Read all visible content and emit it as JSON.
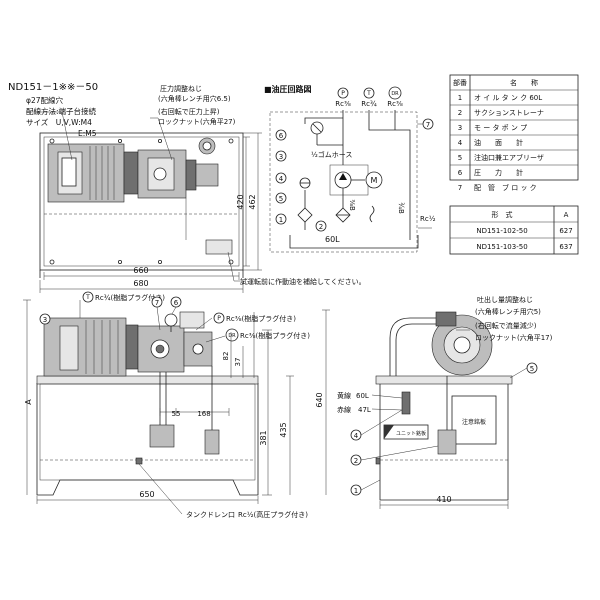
{
  "model": {
    "code": "ND151－1※※－50",
    "wiring_hole": "φ27配線穴",
    "wiring_method": "配線方法:端子台接続",
    "size_1": "サイズ　U,V,W:M4",
    "size_2": "E:M5"
  },
  "callouts": {
    "pressure_screw_1": "圧力調整ねじ",
    "pressure_screw_2": "(六角棒レンチ用穴6.5)",
    "pressure_screw_3": "(右回転で圧力上昇)",
    "pressure_screw_4": "ロックナット(六角平27)",
    "trial_note": "試運転前に作動油を補給してください。",
    "t_port": "Rc¾(樹脂プラグ付き)",
    "p_port": "Rc⅜(樹脂プラグ付き)",
    "dr_port": "Rc⅜(樹脂プラグ付き)",
    "flow_screw_1": "吐出し量調整ねじ",
    "flow_screw_2": "(六角棒レンチ用穴5)",
    "flow_screw_3": "(右回転で流量減少)",
    "flow_screw_4": "ロックナット(六角平17)",
    "tank_drain": "タンクドレン口",
    "drain_plug": "Rc½(高圧プラグ付き)",
    "unit_label": "ユニット銘板",
    "caution_plate": "注意銘板"
  },
  "circuit": {
    "title": "■油圧回路図",
    "hose": "½ゴムホース",
    "tank": "60L",
    "r38": "⅜B",
    "r34": "¾B",
    "rc12": "Rc½",
    "motor": "M",
    "ports": [
      {
        "tag": "P",
        "thread": "Rc⅜"
      },
      {
        "tag": "T",
        "thread": "Rc¾"
      },
      {
        "tag": "DR",
        "thread": "Rc⅜"
      }
    ]
  },
  "parts_table": {
    "headers": [
      "部番",
      "名　　称"
    ],
    "rows": [
      [
        "1",
        "オ イ ル タ ン ク 60L"
      ],
      [
        "2",
        "サクションストレーナ"
      ],
      [
        "3",
        "モ ー タ ポ ン プ"
      ],
      [
        "4",
        "油　　面　　計"
      ],
      [
        "5",
        "注油口兼エアブリーザ"
      ],
      [
        "6",
        "圧　　力　　計"
      ],
      [
        "7",
        "配　管　ブ ロ ッ ク"
      ]
    ]
  },
  "model_table": {
    "headers": [
      "形　式",
      "A"
    ],
    "rows": [
      [
        "ND151-102-50",
        "627"
      ],
      [
        "ND151-103-50",
        "637"
      ]
    ]
  },
  "dimensions": {
    "top_width_inner": "660",
    "top_width_outer": "680",
    "top_depth_inner": "420",
    "top_depth_outer": "462",
    "front_width": "650",
    "front_55": "55",
    "front_168": "168",
    "front_82": "82",
    "front_37": "37",
    "front_640": "640",
    "front_435": "435",
    "front_381": "381",
    "front_A": "A",
    "side_width": "410"
  },
  "volumes": {
    "yellow_label": "黄線",
    "yellow_value": "60L",
    "red_label": "赤線",
    "red_value": "47L"
  },
  "port_tags": {
    "t": "T",
    "p": "P",
    "dr": "DR"
  },
  "balloons": {
    "n1": "1",
    "n2": "2",
    "n3": "3",
    "n4": "4",
    "n5": "5",
    "n6": "6",
    "n7": "7"
  }
}
